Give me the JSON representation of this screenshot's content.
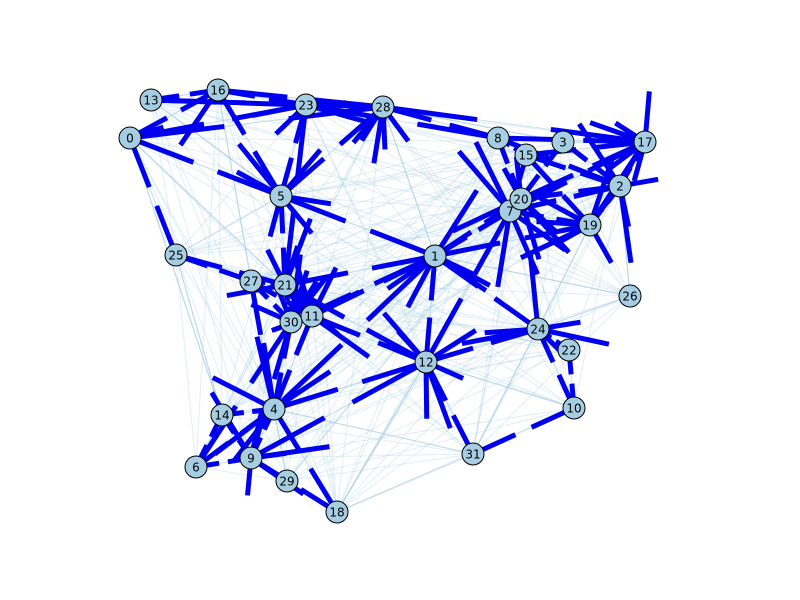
{
  "figure": {
    "type": "network-graph",
    "node_color": "#a6cee3",
    "node_stroke": "#000000",
    "strong_edge_color": "#0000ee",
    "weak_edge_color": "#a6cee3",
    "background": "#ffffff"
  },
  "nodes": [
    {
      "id": "0"
    },
    {
      "id": "1"
    },
    {
      "id": "2"
    },
    {
      "id": "3"
    },
    {
      "id": "4"
    },
    {
      "id": "5"
    },
    {
      "id": "6"
    },
    {
      "id": "7"
    },
    {
      "id": "8"
    },
    {
      "id": "9"
    },
    {
      "id": "10"
    },
    {
      "id": "11"
    },
    {
      "id": "12"
    },
    {
      "id": "13"
    },
    {
      "id": "14"
    },
    {
      "id": "15"
    },
    {
      "id": "16"
    },
    {
      "id": "17"
    },
    {
      "id": "18"
    },
    {
      "id": "19"
    },
    {
      "id": "20"
    },
    {
      "id": "21"
    },
    {
      "id": "22"
    },
    {
      "id": "23"
    },
    {
      "id": "24"
    },
    {
      "id": "25"
    },
    {
      "id": "26"
    },
    {
      "id": "27"
    },
    {
      "id": "28"
    },
    {
      "id": "29"
    },
    {
      "id": "30"
    },
    {
      "id": "31"
    }
  ],
  "edges": [
    {
      "source": "0",
      "target": "5",
      "kind": "strong"
    },
    {
      "source": "0",
      "target": "16",
      "kind": "strong"
    },
    {
      "source": "0",
      "target": "23",
      "kind": "strong"
    },
    {
      "source": "0",
      "target": "28",
      "kind": "strong"
    },
    {
      "source": "0",
      "target": "25",
      "kind": "strong"
    },
    {
      "source": "0",
      "target": "21",
      "kind": "weak"
    },
    {
      "source": "0",
      "target": "14",
      "kind": "weak"
    },
    {
      "source": "13",
      "target": "16",
      "kind": "strong"
    },
    {
      "source": "13",
      "target": "23",
      "kind": "strong"
    },
    {
      "source": "13",
      "target": "28",
      "kind": "strong"
    },
    {
      "source": "13",
      "target": "5",
      "kind": "weak"
    },
    {
      "source": "16",
      "target": "23",
      "kind": "strong"
    },
    {
      "source": "16",
      "target": "28",
      "kind": "strong"
    },
    {
      "source": "16",
      "target": "5",
      "kind": "strong"
    },
    {
      "source": "16",
      "target": "27",
      "kind": "weak"
    },
    {
      "source": "23",
      "target": "28",
      "kind": "strong"
    },
    {
      "source": "23",
      "target": "5",
      "kind": "strong"
    },
    {
      "source": "23",
      "target": "21",
      "kind": "strong"
    },
    {
      "source": "23",
      "target": "8",
      "kind": "strong"
    },
    {
      "source": "28",
      "target": "8",
      "kind": "strong"
    },
    {
      "source": "28",
      "target": "17",
      "kind": "strong"
    },
    {
      "source": "28",
      "target": "5",
      "kind": "strong"
    },
    {
      "source": "28",
      "target": "3",
      "kind": "weak"
    },
    {
      "source": "28",
      "target": "1",
      "kind": "weak"
    },
    {
      "source": "8",
      "target": "17",
      "kind": "strong"
    },
    {
      "source": "8",
      "target": "15",
      "kind": "strong"
    },
    {
      "source": "8",
      "target": "20",
      "kind": "strong"
    },
    {
      "source": "8",
      "target": "2",
      "kind": "strong"
    },
    {
      "source": "3",
      "target": "17",
      "kind": "weak"
    },
    {
      "source": "3",
      "target": "2",
      "kind": "strong"
    },
    {
      "source": "3",
      "target": "20",
      "kind": "strong"
    },
    {
      "source": "17",
      "target": "15",
      "kind": "strong"
    },
    {
      "source": "17",
      "target": "20",
      "kind": "strong"
    },
    {
      "source": "17",
      "target": "7",
      "kind": "strong"
    },
    {
      "source": "17",
      "target": "19",
      "kind": "strong"
    },
    {
      "source": "17",
      "target": "2",
      "kind": "strong"
    },
    {
      "source": "15",
      "target": "2",
      "kind": "strong"
    },
    {
      "source": "15",
      "target": "19",
      "kind": "strong"
    },
    {
      "source": "2",
      "target": "20",
      "kind": "strong"
    },
    {
      "source": "2",
      "target": "7",
      "kind": "strong"
    },
    {
      "source": "2",
      "target": "19",
      "kind": "strong"
    },
    {
      "source": "2",
      "target": "26",
      "kind": "weak"
    },
    {
      "source": "20",
      "target": "7",
      "kind": "strong"
    },
    {
      "source": "20",
      "target": "1",
      "kind": "strong"
    },
    {
      "source": "7",
      "target": "1",
      "kind": "strong"
    },
    {
      "source": "7",
      "target": "19",
      "kind": "strong"
    },
    {
      "source": "7",
      "target": "12",
      "kind": "strong"
    },
    {
      "source": "19",
      "target": "1",
      "kind": "strong"
    },
    {
      "source": "19",
      "target": "24",
      "kind": "weak"
    },
    {
      "source": "5",
      "target": "1",
      "kind": "strong"
    },
    {
      "source": "5",
      "target": "25",
      "kind": "weak"
    },
    {
      "source": "5",
      "target": "21",
      "kind": "strong"
    },
    {
      "source": "25",
      "target": "27",
      "kind": "strong"
    },
    {
      "source": "25",
      "target": "21",
      "kind": "strong"
    },
    {
      "source": "25",
      "target": "14",
      "kind": "weak"
    },
    {
      "source": "27",
      "target": "21",
      "kind": "strong"
    },
    {
      "source": "27",
      "target": "30",
      "kind": "strong"
    },
    {
      "source": "27",
      "target": "11",
      "kind": "strong"
    },
    {
      "source": "27",
      "target": "4",
      "kind": "strong"
    },
    {
      "source": "21",
      "target": "1",
      "kind": "strong"
    },
    {
      "source": "21",
      "target": "11",
      "kind": "strong"
    },
    {
      "source": "21",
      "target": "30",
      "kind": "strong"
    },
    {
      "source": "21",
      "target": "12",
      "kind": "strong"
    },
    {
      "source": "1",
      "target": "11",
      "kind": "strong"
    },
    {
      "source": "1",
      "target": "12",
      "kind": "strong"
    },
    {
      "source": "1",
      "target": "30",
      "kind": "strong"
    },
    {
      "source": "1",
      "target": "24",
      "kind": "strong"
    },
    {
      "source": "1",
      "target": "4",
      "kind": "strong"
    },
    {
      "source": "1",
      "target": "26",
      "kind": "weak"
    },
    {
      "source": "30",
      "target": "11",
      "kind": "strong"
    },
    {
      "source": "30",
      "target": "4",
      "kind": "strong"
    },
    {
      "source": "30",
      "target": "9",
      "kind": "strong"
    },
    {
      "source": "11",
      "target": "12",
      "kind": "strong"
    },
    {
      "source": "11",
      "target": "4",
      "kind": "strong"
    },
    {
      "source": "12",
      "target": "24",
      "kind": "strong"
    },
    {
      "source": "12",
      "target": "4",
      "kind": "strong"
    },
    {
      "source": "12",
      "target": "9",
      "kind": "strong"
    },
    {
      "source": "12",
      "target": "31",
      "kind": "strong"
    },
    {
      "source": "12",
      "target": "10",
      "kind": "weak"
    },
    {
      "source": "24",
      "target": "22",
      "kind": "strong"
    },
    {
      "source": "24",
      "target": "10",
      "kind": "strong"
    },
    {
      "source": "24",
      "target": "26",
      "kind": "weak"
    },
    {
      "source": "22",
      "target": "10",
      "kind": "strong"
    },
    {
      "source": "10",
      "target": "31",
      "kind": "strong"
    },
    {
      "source": "4",
      "target": "14",
      "kind": "strong"
    },
    {
      "source": "4",
      "target": "6",
      "kind": "strong"
    },
    {
      "source": "4",
      "target": "9",
      "kind": "strong"
    },
    {
      "source": "4",
      "target": "18",
      "kind": "strong"
    },
    {
      "source": "14",
      "target": "6",
      "kind": "strong"
    },
    {
      "source": "14",
      "target": "9",
      "kind": "strong"
    },
    {
      "source": "6",
      "target": "9",
      "kind": "strong"
    },
    {
      "source": "6",
      "target": "30",
      "kind": "strong"
    },
    {
      "source": "9",
      "target": "18",
      "kind": "strong"
    },
    {
      "source": "9",
      "target": "29",
      "kind": "weak"
    },
    {
      "source": "18",
      "target": "31",
      "kind": "weak"
    },
    {
      "source": "18",
      "target": "12",
      "kind": "weak"
    },
    {
      "source": "29",
      "target": "4",
      "kind": "weak"
    },
    {
      "source": "31",
      "target": "24",
      "kind": "weak"
    },
    {
      "source": "31",
      "target": "4",
      "kind": "weak"
    }
  ]
}
